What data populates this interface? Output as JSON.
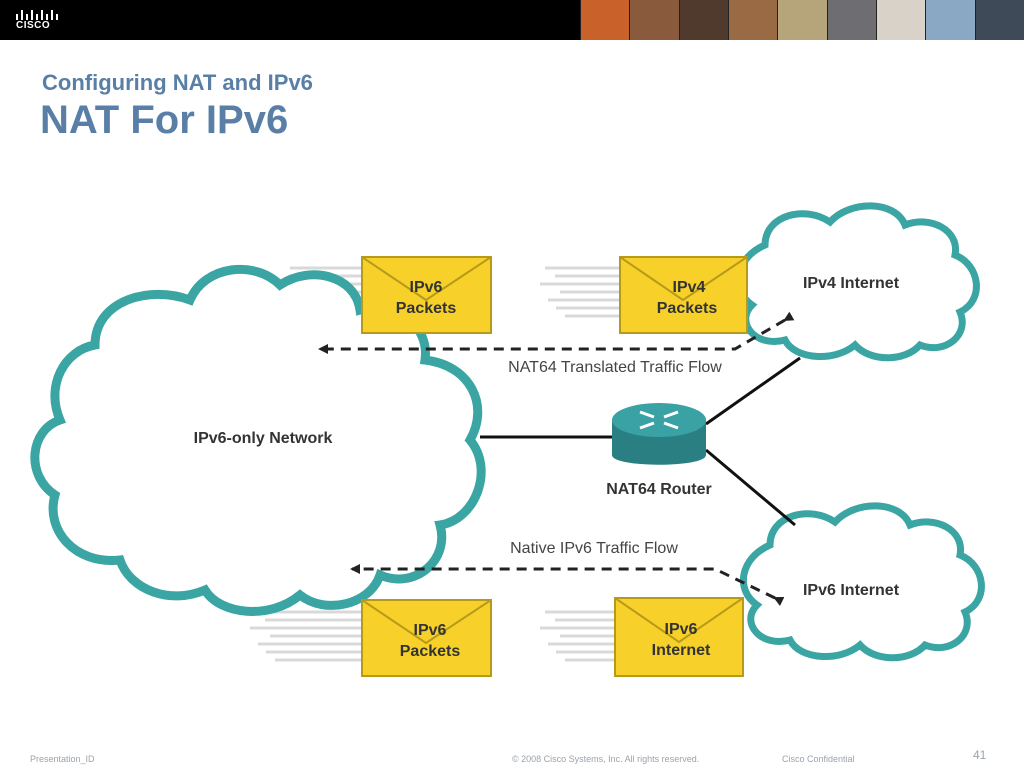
{
  "header": {
    "logo_text": "CISCO",
    "photo_colors": [
      "#c8622a",
      "#8a5a3c",
      "#4f3a2d",
      "#9a6a44",
      "#b6a47a",
      "#6e6e72",
      "#d8d2c8",
      "#8aa8c4",
      "#3e4a58"
    ]
  },
  "slide": {
    "subtitle": "Configuring NAT and IPv6",
    "title": "NAT For IPv6"
  },
  "diagram": {
    "ipv6_network_label": "IPv6-only Network",
    "ipv4_internet_label": "IPv4 Internet",
    "ipv6_internet_label": "IPv6 Internet",
    "router_label": "NAT64 Router",
    "translated_flow_label": "NAT64 Translated Traffic Flow",
    "native_flow_label": "Native IPv6 Traffic Flow",
    "envelopes": {
      "top_left": [
        "IPv6",
        "Packets"
      ],
      "top_right": [
        "IPv4",
        "Packets"
      ],
      "bottom_left": [
        "IPv6",
        "Packets"
      ],
      "bottom_right": [
        "IPv6",
        "Internet"
      ]
    },
    "colors": {
      "cloud_stroke": "#3aa5a3",
      "cloud_highlight": "#b6dedd",
      "envelope_fill": "#f7d12a",
      "envelope_stroke": "#b89a1a",
      "router": "#2f8a8e"
    }
  },
  "footer": {
    "presentation_id": "Presentation_ID",
    "copyright": "© 2008 Cisco Systems, Inc. All rights reserved.",
    "confidential": "Cisco Confidential",
    "page_number": "41"
  }
}
